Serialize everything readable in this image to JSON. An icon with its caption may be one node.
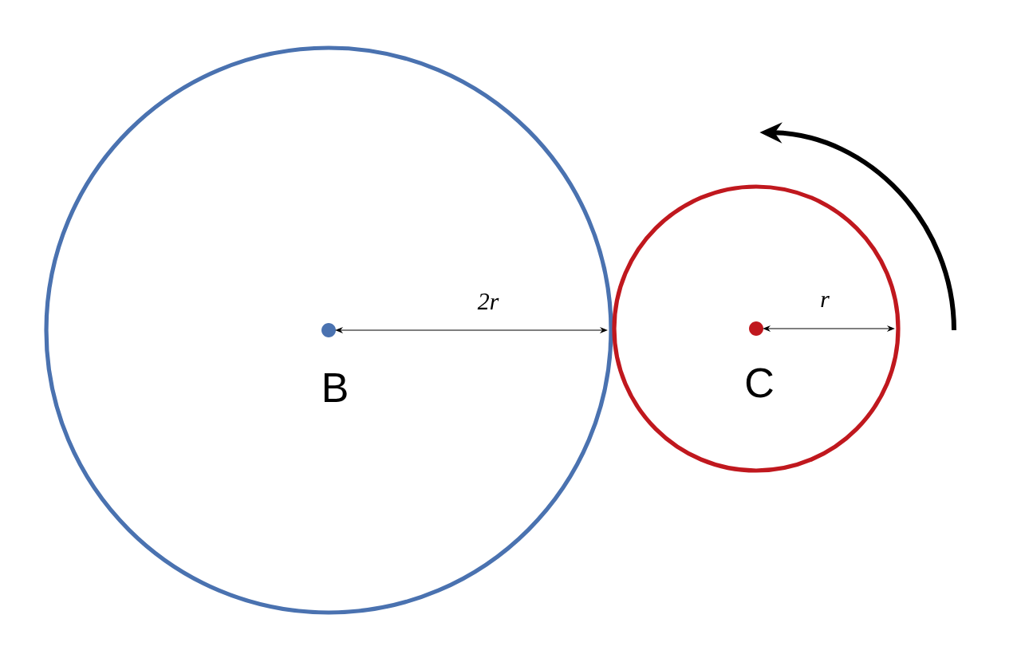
{
  "diagram": {
    "nodes": [
      {
        "text": [
          "B"
        ]
      },
      {
        "text": [
          "C"
        ]
      }
    ],
    "labels": [
      "2r",
      "r"
    ]
  }
}
